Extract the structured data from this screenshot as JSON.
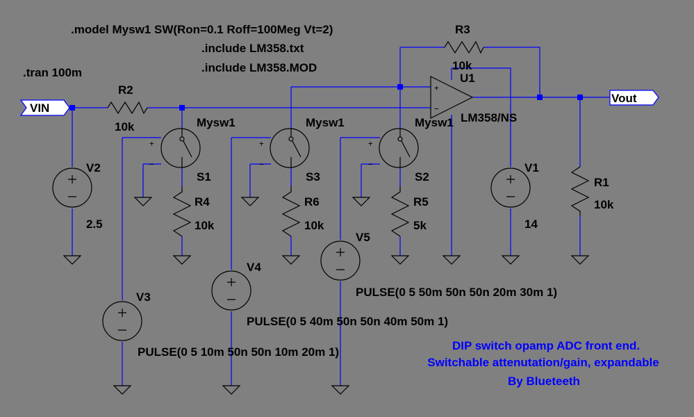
{
  "directives": {
    "model": ".model Mysw1 SW(Ron=0.1 Roff=100Meg Vt=2)",
    "include_txt": ".include LM358.txt",
    "include_mod": ".include LM358.MOD",
    "tran": ".tran 100m"
  },
  "labels": {
    "vin": "VIN",
    "vout": "Vout"
  },
  "resistors": {
    "R1": {
      "name": "R1",
      "value": "10k"
    },
    "R2": {
      "name": "R2",
      "value": "10k"
    },
    "R3": {
      "name": "R3",
      "value": "10k"
    },
    "R4": {
      "name": "R4",
      "value": "10k"
    },
    "R5": {
      "name": "R5",
      "value": "5k"
    },
    "R6": {
      "name": "R6",
      "value": "10k"
    }
  },
  "switches": {
    "S1": {
      "name": "S1",
      "model": "Mysw1"
    },
    "S2": {
      "name": "S2",
      "model": "Mysw1"
    },
    "S3": {
      "name": "S3",
      "model": "Mysw1"
    }
  },
  "sources": {
    "V1": {
      "name": "V1",
      "value": "14"
    },
    "V2": {
      "name": "V2",
      "value": "2.5"
    },
    "V3": {
      "name": "V3",
      "value": "PULSE(0 5 10m 50n 50n 10m 20m 1)"
    },
    "V4": {
      "name": "V4",
      "value": "PULSE(0 5 40m 50n 50n 40m 50m 1)"
    },
    "V5": {
      "name": "V5",
      "value": "PULSE(0 5 50m 50n 50n 20m 30m 1)"
    }
  },
  "opamp": {
    "name": "U1",
    "part": "LM358/NS"
  },
  "notes": {
    "line1": "DIP switch opamp ADC front end.",
    "line2": "Switchable attenutation/gain, expandable",
    "line3": "By Blueteeth"
  },
  "colors": {
    "background": "#808080",
    "wire": "#0000ff",
    "component": "#000000",
    "note": "#0000ff"
  }
}
